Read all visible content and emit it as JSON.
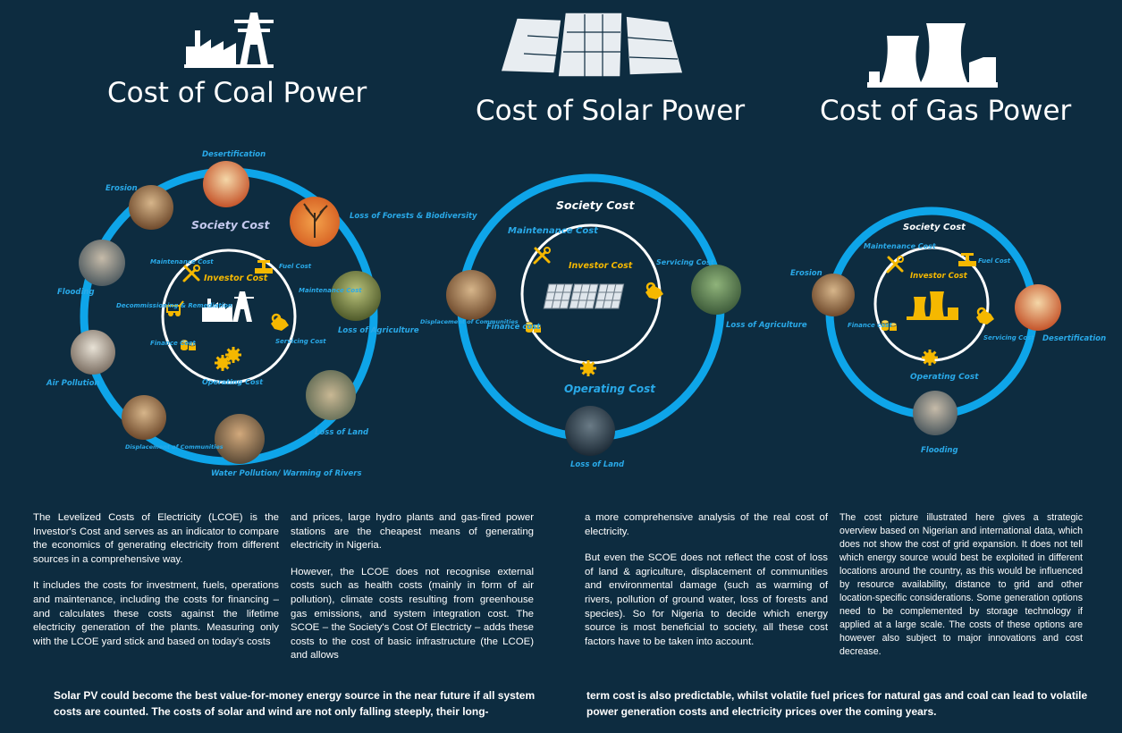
{
  "titles": {
    "coal": "Cost of Coal Power",
    "solar": "Cost of Solar Power",
    "gas": "Cost of Gas Power"
  },
  "coal": {
    "society": "Society Cost",
    "investor": "Investor Cost",
    "inner": {
      "maintenance": "Maintenance Cost",
      "fuel": "Fuel Cost",
      "decommissioning": "Decommissioning & Remediation",
      "finance": "Finance Cost",
      "servicing": "Servicing Cost",
      "operating": "Operating Cost",
      "maintenance_right": "Maintenance Cost"
    },
    "outer": {
      "desertification": "Desertification",
      "erosion": "Erosion",
      "forests": "Loss of Forests & Biodiversity",
      "flooding": "Flooding",
      "agriculture": "Loss of Agriculture",
      "air": "Air Pollution",
      "land": "Loss of Land",
      "displacement": "Displacement of Communities",
      "water": "Water Pollution/ Warming of Rivers"
    }
  },
  "solar": {
    "society": "Society Cost",
    "investor": "Investor Cost",
    "maintenance": "Maintenance Cost",
    "servicing": "Servicing Cost",
    "finance": "Finance cost",
    "operating": "Operating Cost",
    "outer": {
      "displacement": "Displacement of Communities",
      "agriculture": "Loss of Agriculture",
      "land": "Loss of Land"
    }
  },
  "gas": {
    "society": "Society Cost",
    "investor": "Investor Cost",
    "maintenance": "Maintenance Cost",
    "fuel": "Fuel Cost",
    "finance": "Finance cost",
    "servicing": "Servicing Cost",
    "operating": "Operating Cost",
    "outer": {
      "erosion": "Erosion",
      "desertification": "Desertification",
      "flooding": "Flooding"
    }
  },
  "text": {
    "col1_p1": "The Levelized Costs of Electricity (LCOE) is the Investor's Cost and serves as an indicator to compare the economics of generating electricity from different sources in a comprehensive way.",
    "col1_p2": "It includes the costs for investment, fuels, operations and maintenance, including the costs for financing – and calculates these costs against the lifetime electricity generation of the plants. Measuring only with the LCOE yard stick and based on today's costs",
    "col2_p1": "and prices, large hydro plants and gas-fired power stations are the cheapest means of generating electricity in Nigeria.",
    "col2_p2": "However, the LCOE does not recognise external costs such as health costs (mainly in form of air pollution), climate costs resulting from greenhouse gas emissions, and system integration cost. The SCOE – the Society's Cost Of Electricty – adds these costs to the cost of basic infrastructure (the LCOE) and allows",
    "col3_p1": "a more comprehensive analysis of the real cost of electricity.",
    "col3_p2": "But even the SCOE does not reflect the cost of loss of land & agriculture, displacement of communities and environmental damage (such as warming of rivers, pollution of ground water, loss of forests and species). So for Nigeria to decide which energy source is most beneficial to society, all these cost factors have to be taken into account.",
    "col4_p1": "The cost picture illustrated here gives a strategic overview based on Nigerian and international data, which does not show the cost of grid expansion. It does not tell which energy source would best be exploited in different locations around the country, as this would be influenced by resource availability, distance to grid and other location-specific considerations. Some generation options need to be complemented by storage technology if applied at a large scale. The costs of these options are however also subject to major innovations and cost decrease.",
    "summary_left": "Solar PV could become the best value-for-money energy source in the near future if all system costs are counted. The costs of solar and wind are not only falling steeply, their long-",
    "summary_right": "term cost is also predictable, whilst volatile fuel prices for natural gas and coal can lead to volatile power generation costs and electricity prices over the coming years."
  },
  "colors": {
    "background": "#0d2c40",
    "ring": "#0ea5e9",
    "label": "#29a9e8",
    "icon": "#f5b800"
  }
}
